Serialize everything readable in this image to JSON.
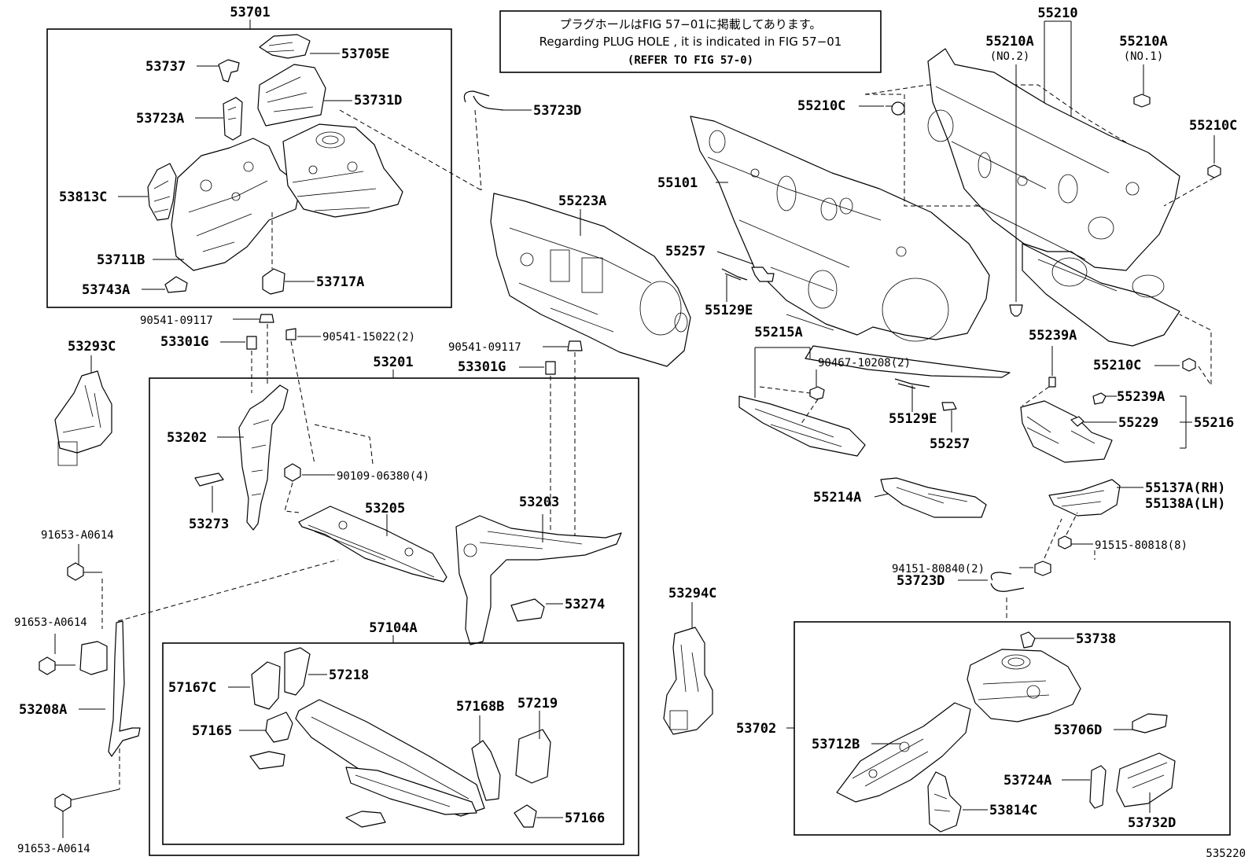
{
  "note": {
    "line1": "プラグホールはFIG 57−01に掲載してあります。",
    "line2": "Regarding PLUG HOLE , it is indicated in FIG 57−01",
    "line3": "(REFER TO FIG 57-0)"
  },
  "figure_number": "535220",
  "labels": {
    "p53701": "53701",
    "p53737": "53737",
    "p53705E": "53705E",
    "p53731D": "53731D",
    "p53723A": "53723A",
    "p53813C": "53813C",
    "p53711B": "53711B",
    "p53743A": "53743A",
    "p53717A": "53717A",
    "p53723D_top": "53723D",
    "p55223A": "55223A",
    "p55101": "55101",
    "p55210": "55210",
    "p55210A_no2": "55210A",
    "no2": "(NO.2)",
    "p55210A_no1": "55210A",
    "no1": "(NO.1)",
    "p55210C_left": "55210C",
    "p55210C_right": "55210C",
    "p55210C_lower": "55210C",
    "p55257_top": "55257",
    "p55129E_top": "55129E",
    "p55215A": "55215A",
    "p90467": "90467-10208(2)",
    "p55129E_bot": "55129E",
    "p55257_bot": "55257",
    "p55239A_top": "55239A",
    "p55239A_mid": "55239A",
    "p55229": "55229",
    "p55216": "55216",
    "p55214A": "55214A",
    "p55137A": "55137A(RH)",
    "p55138A": "55138A(LH)",
    "p91515": "91515-80818(8)",
    "p94151": "94151-80840(2)",
    "p53293C": "53293C",
    "p90541_a": "90541-09117",
    "p53301G_a": "53301G",
    "p90541_15022": "90541-15022(2)",
    "p90541_b": "90541-09117",
    "p53301G_b": "53301G",
    "p53201": "53201",
    "p53202": "53202",
    "p90109": "90109-06380(4)",
    "p53273": "53273",
    "p53205": "53205",
    "p53203": "53203",
    "p53274": "53274",
    "p57104A": "57104A",
    "p57218": "57218",
    "p57167C": "57167C",
    "p57165": "57165",
    "p57168B": "57168B",
    "p57219": "57219",
    "p57166": "57166",
    "p91653_a": "91653-A0614",
    "p91653_b": "91653-A0614",
    "p91653_c": "91653-A0614",
    "p53208A": "53208A",
    "p53294C": "53294C",
    "p53723D_bot": "53723D",
    "p53738": "53738",
    "p53702": "53702",
    "p53712B": "53712B",
    "p53706D": "53706D",
    "p53724A": "53724A",
    "p53814C": "53814C",
    "p53732D": "53732D"
  }
}
